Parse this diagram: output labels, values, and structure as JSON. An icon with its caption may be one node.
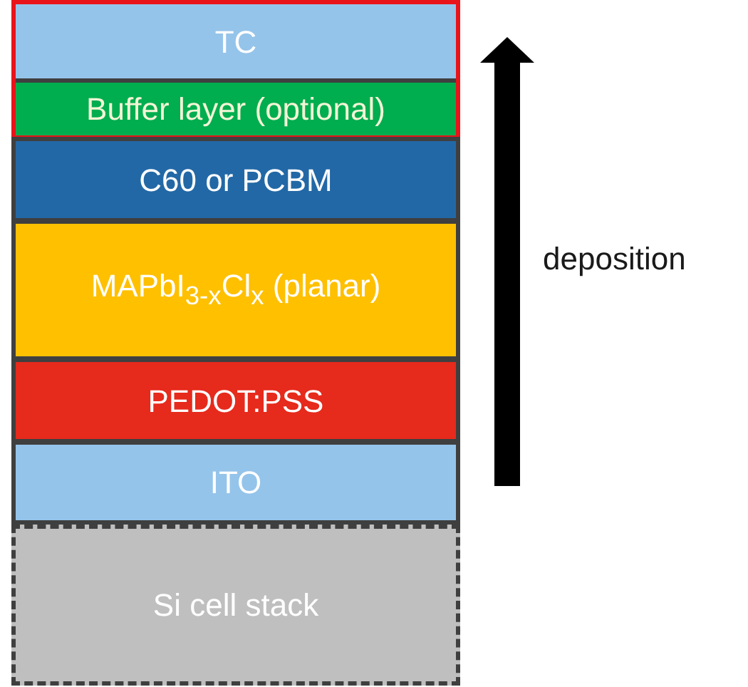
{
  "diagram": {
    "nodes": [
      {
        "text": [],
        "shape": "box"
      },
      {
        "text": [
          "TC"
        ],
        "in": 0
      },
      {
        "text": [
          "Buffer layer (optional)"
        ],
        "in": 0
      },
      {
        "text": [
          "C60 or PCBM"
        ]
      },
      {
        "text": [
          "MAPbI$_{3-x}$Cl$_{x}$ (planar)"
        ]
      },
      {
        "text": [
          "PEDOT:PSS"
        ]
      },
      {
        "text": [
          "ITO"
        ]
      },
      {
        "text": [
          "Si cell stack"
        ]
      }
    ],
    "labels": [
      "deposition"
    ]
  }
}
